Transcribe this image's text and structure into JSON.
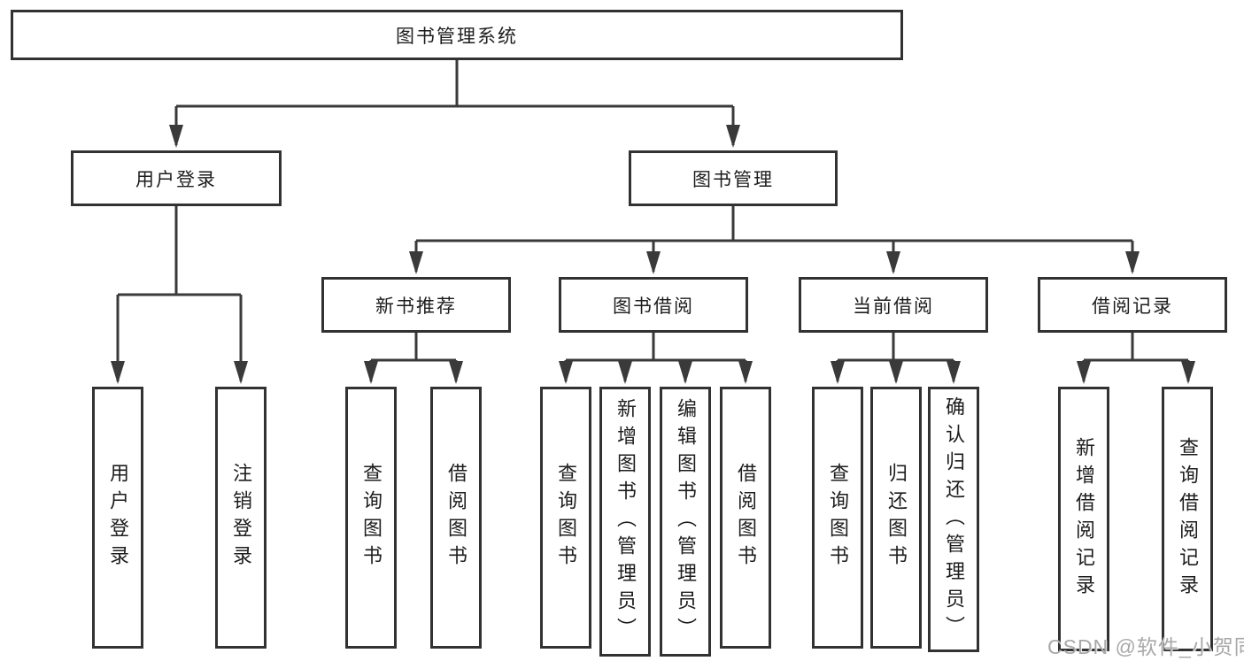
{
  "tree": {
    "root": {
      "label": "图书管理系统"
    },
    "level2": {
      "user_login": {
        "label": "用户登录",
        "children": {
          "user_login_leaf": {
            "label": "用户登录"
          },
          "logout_leaf": {
            "label": "注销登录"
          }
        }
      },
      "book_mgmt": {
        "label": "图书管理",
        "children": {
          "new_book_rec": {
            "label": "新书推荐",
            "children": {
              "query_book": {
                "label": "查询图书"
              },
              "borrow_book": {
                "label": "借阅图书"
              }
            }
          },
          "book_borrow": {
            "label": "图书借阅",
            "children": {
              "query_book": {
                "label": "查询图书"
              },
              "add_book": {
                "label": "新增图书（管理员）"
              },
              "edit_book": {
                "label": "编辑图书（管理员）"
              },
              "borrow_book": {
                "label": "借阅图书"
              }
            }
          },
          "current_borrow": {
            "label": "当前借阅",
            "children": {
              "query_book": {
                "label": "查询图书"
              },
              "return_book": {
                "label": "归还图书"
              },
              "confirm_return": {
                "label": "确认归还（管理员）"
              }
            }
          },
          "borrow_records": {
            "label": "借阅记录",
            "children": {
              "add_record": {
                "label": "新增借阅记录"
              },
              "query_record": {
                "label": "查询借阅记录"
              }
            }
          }
        }
      }
    }
  },
  "watermark": {
    "text": "CSDN @软件_小贺同学"
  },
  "colors": {
    "bg": "#ffffff",
    "line": "#3a3a3a",
    "border": "#323232",
    "text": "#1d1d1f",
    "watermark": "#a8a8a8"
  }
}
